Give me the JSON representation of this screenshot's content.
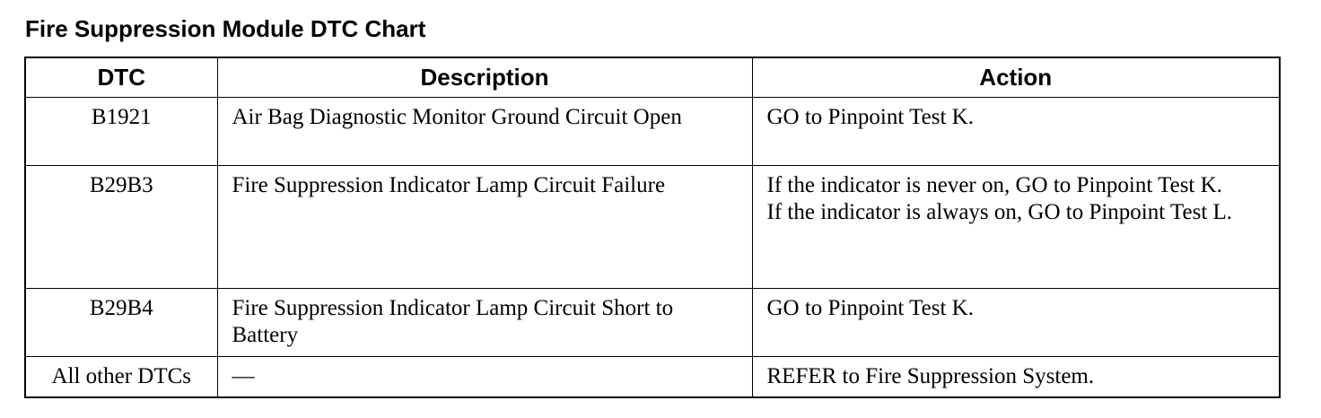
{
  "title": "Fire Suppression Module DTC Chart",
  "table": {
    "headers": {
      "dtc": "DTC",
      "description": "Description",
      "action": "Action"
    },
    "rows": [
      {
        "dtc": "B1921",
        "description": "Air Bag Diagnostic Monitor Ground Circuit Open",
        "action": [
          "GO to Pinpoint Test K."
        ]
      },
      {
        "dtc": "B29B3",
        "description": "Fire Suppression Indicator Lamp Circuit Failure",
        "action": [
          "If the indicator is never on, GO to Pinpoint Test K.",
          "If the indicator is always on, GO to Pinpoint Test L."
        ]
      },
      {
        "dtc": "B29B4",
        "description": "Fire Suppression Indicator Lamp Circuit Short to Battery",
        "action": [
          "GO to Pinpoint Test K."
        ]
      },
      {
        "dtc": "All other DTCs",
        "description": "—",
        "action": [
          "REFER to Fire Suppression System."
        ]
      }
    ]
  }
}
